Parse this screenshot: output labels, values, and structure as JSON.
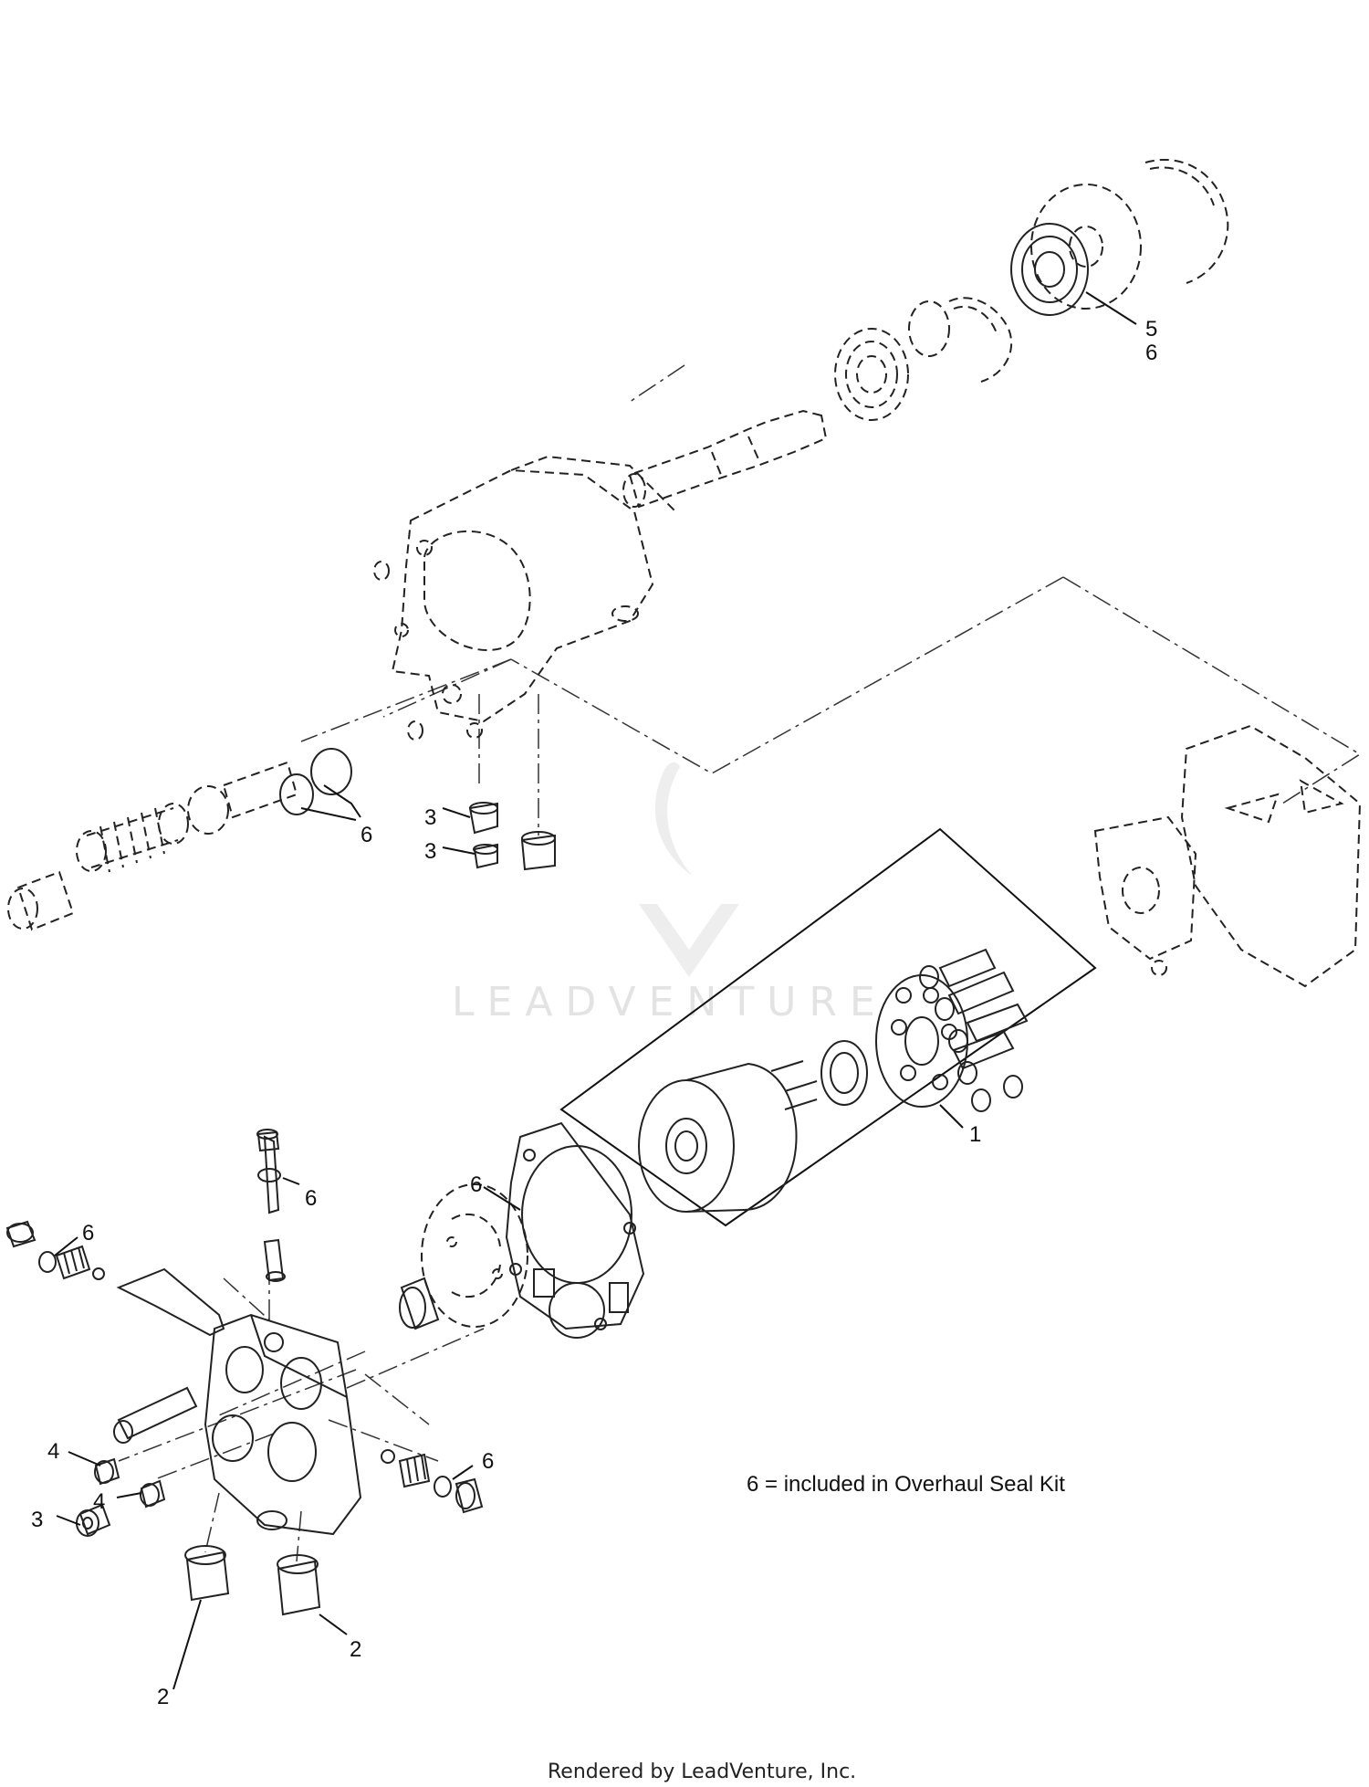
{
  "diagram": {
    "note": "6 = included in Overhaul Seal Kit",
    "footer": "Rendered by LeadVenture, Inc.",
    "watermark": "LEADVENTURE",
    "callouts": {
      "c5": "5",
      "c6_top": "6",
      "c6_orings": "6",
      "c3_a": "3",
      "c3_b": "3",
      "c1": "1",
      "c6_gasket": "6",
      "c6_plug_top": "6",
      "c6_left": "6",
      "c6_right": "6",
      "c4_a": "4",
      "c4_b": "4",
      "c3_c": "3",
      "c2_a": "2",
      "c2_b": "2"
    }
  }
}
